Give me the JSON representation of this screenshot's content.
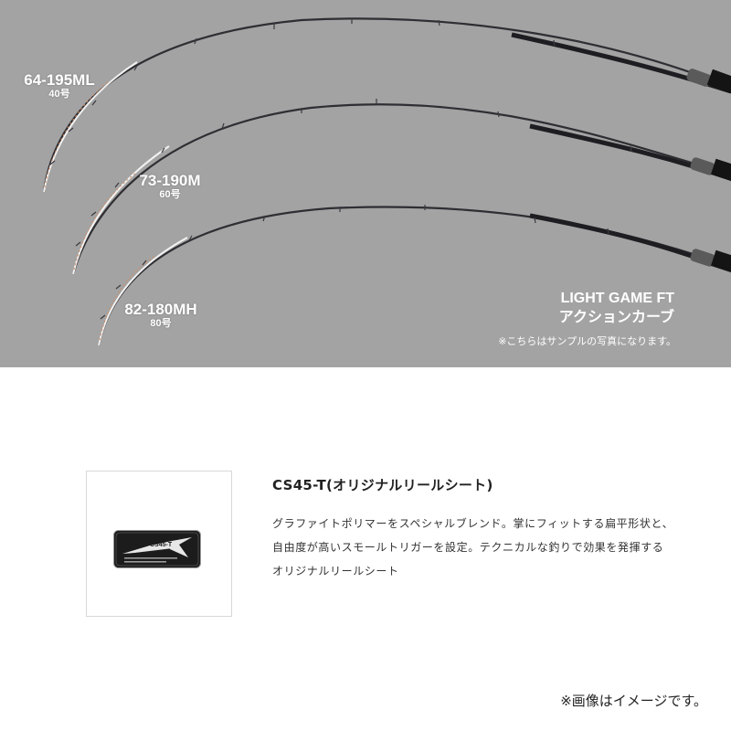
{
  "banner": {
    "rods": [
      {
        "model": "64-195ML",
        "line": "40号"
      },
      {
        "model": "73-190M",
        "line": "60号"
      },
      {
        "model": "82-180MH",
        "line": "80号"
      }
    ],
    "title_line1": "LIGHT GAME FT",
    "title_line2": "アクションカーブ",
    "sample_note": "※こちらはサンプルの写真になります。",
    "colors": {
      "background": "#a3a3a3",
      "blank": "#2e2e33",
      "tip": "#f2f2f2",
      "tip_accent": "#d98a5a"
    }
  },
  "reel_seat": {
    "badge_text": "CS45-T",
    "title": "CS45-T(オリジナルリールシート)",
    "description": "グラファイトポリマーをスペシャルブレンド。掌にフィットする扁平形状と、自由度が高いスモールトリガーを設定。テクニカルな釣りで効果を発揮するオリジナルリールシート"
  },
  "image_note": "※画像はイメージです。"
}
